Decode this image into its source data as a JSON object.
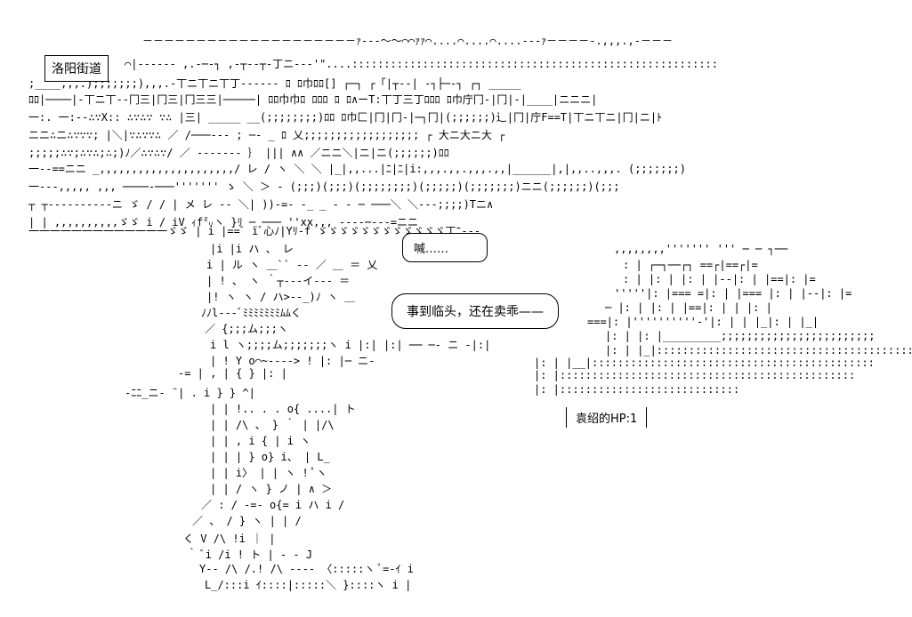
{
  "scene": {
    "place_sign": "洛阳街道",
    "speech_small": "喊……",
    "speech_main": "事到临头，还在卖乖——",
    "hp_label": "袁绍的HP:1"
  },
  "colors": {
    "ink": "#000000",
    "background": "#ffffff"
  }
}
